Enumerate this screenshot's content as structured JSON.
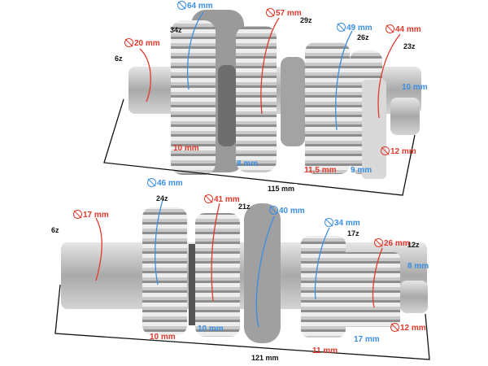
{
  "colors": {
    "diameter_red": "#e0392b",
    "diameter_blue": "#3b8fe0",
    "teeth_black": "#111111",
    "steel": "#b9b9b9"
  },
  "top_shaft": {
    "teeth": [
      "6z",
      "34z",
      "29z",
      "26z",
      "23z"
    ],
    "diameters": [
      "20 mm",
      "64 mm",
      "57 mm",
      "49 mm",
      "44 mm",
      "12 mm"
    ],
    "widths": [
      "10 mm",
      "8 mm",
      "11,5 mm",
      "9 mm",
      "10 mm"
    ],
    "length": "115 mm"
  },
  "bottom_shaft": {
    "teeth": [
      "6z",
      "24z",
      "21z",
      "17z",
      "12z"
    ],
    "diameters": [
      "17 mm",
      "46 mm",
      "41 mm",
      "40 mm",
      "34 mm",
      "26 mm",
      "12 mm"
    ],
    "widths": [
      "10 mm",
      "10 mm",
      "11 mm",
      "17 mm",
      "8 mm"
    ],
    "length": "121 mm"
  }
}
